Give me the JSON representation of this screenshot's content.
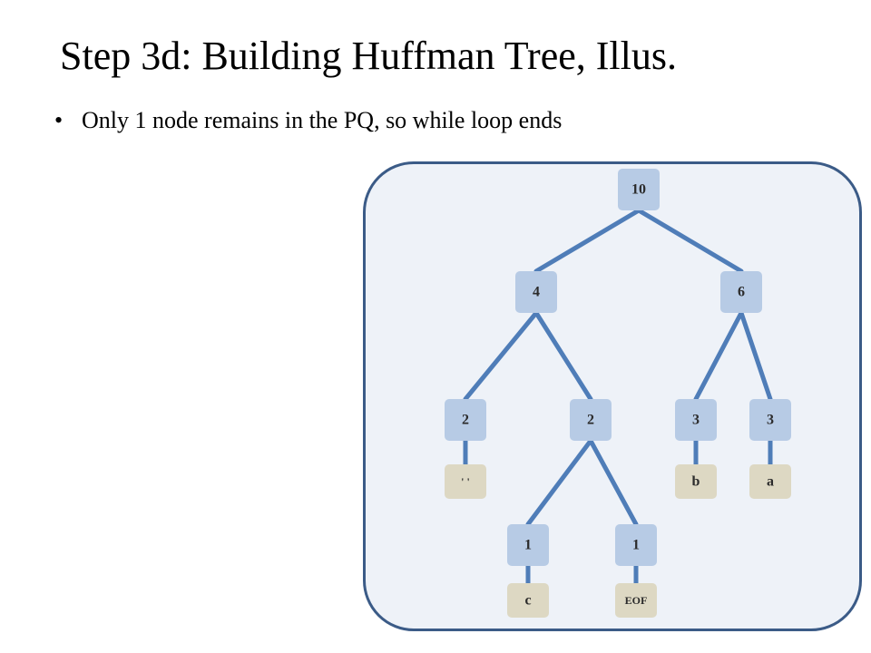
{
  "slide": {
    "title": "Step 3d: Building Huffman Tree, Illus.",
    "bullet": "Only 1 node remains in the PQ, so while loop ends"
  },
  "tree": {
    "nodes": [
      {
        "id": "root",
        "label": "10",
        "kind": "count"
      },
      {
        "id": "n4",
        "label": "4",
        "kind": "count"
      },
      {
        "id": "n6",
        "label": "6",
        "kind": "count"
      },
      {
        "id": "n2a",
        "label": "2",
        "kind": "count"
      },
      {
        "id": "n2b",
        "label": "2",
        "kind": "count"
      },
      {
        "id": "n3a",
        "label": "3",
        "kind": "count"
      },
      {
        "id": "n3b",
        "label": "3",
        "kind": "count"
      },
      {
        "id": "space",
        "label": "' '",
        "kind": "leaf"
      },
      {
        "id": "b",
        "label": "b",
        "kind": "leaf"
      },
      {
        "id": "a",
        "label": "a",
        "kind": "leaf"
      },
      {
        "id": "n1a",
        "label": "1",
        "kind": "count"
      },
      {
        "id": "n1b",
        "label": "1",
        "kind": "count"
      },
      {
        "id": "c",
        "label": "c",
        "kind": "leaf"
      },
      {
        "id": "eof",
        "label": "EOF",
        "kind": "leaf"
      }
    ],
    "edges": [
      [
        "root",
        "n4"
      ],
      [
        "root",
        "n6"
      ],
      [
        "n4",
        "n2a"
      ],
      [
        "n4",
        "n2b"
      ],
      [
        "n6",
        "n3a"
      ],
      [
        "n6",
        "n3b"
      ],
      [
        "n2a",
        "space"
      ],
      [
        "n2b",
        "n1a"
      ],
      [
        "n2b",
        "n1b"
      ],
      [
        "n3a",
        "b"
      ],
      [
        "n3b",
        "a"
      ],
      [
        "n1a",
        "c"
      ],
      [
        "n1b",
        "eof"
      ]
    ],
    "colors": {
      "count_node": "#b7cbe5",
      "leaf_node": "#ddd8c3",
      "edge": "#4f7db8",
      "panel_fill": "#eef2f8",
      "panel_border": "#3b5b87"
    }
  }
}
